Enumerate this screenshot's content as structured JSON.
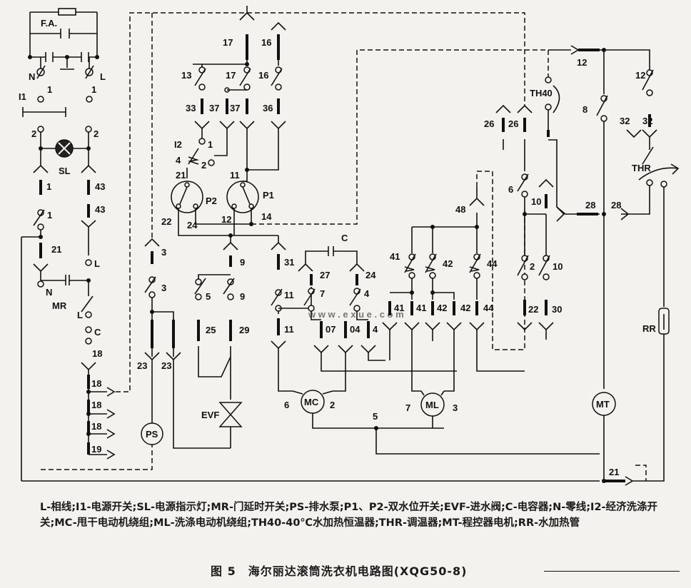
{
  "diagram": {
    "components": {
      "FA": "F.A.",
      "N": "N",
      "L": "L",
      "I1": "I1",
      "SL": "SL",
      "MR": "MR",
      "C": "C",
      "I2": "I2",
      "P1": "P1",
      "P2": "P2",
      "EVF": "EVF",
      "MC": "MC",
      "ML": "ML",
      "PS": "PS",
      "TH40": "TH40",
      "THR": "THR",
      "MT": "MT",
      "RR": "RR"
    }
  },
  "legend": {
    "text": "L-相线;I1-电源开关;SL-电源指示灯;MR-门延时开关;PS-排水泵;P1、P2-双水位开关;EVF-进水阀;C-电容器;N-零线;I2-经济洗涤开关;MC-甩干电动机绕组;ML-洗涤电动机绕组;TH40-40℃水加热恒温器;THR-调温器;MT-程控器电机;RR-水加热管"
  },
  "caption": {
    "text": "图 5　海尔丽达滚筒洗衣机电路图(XQG50-8)"
  }
}
